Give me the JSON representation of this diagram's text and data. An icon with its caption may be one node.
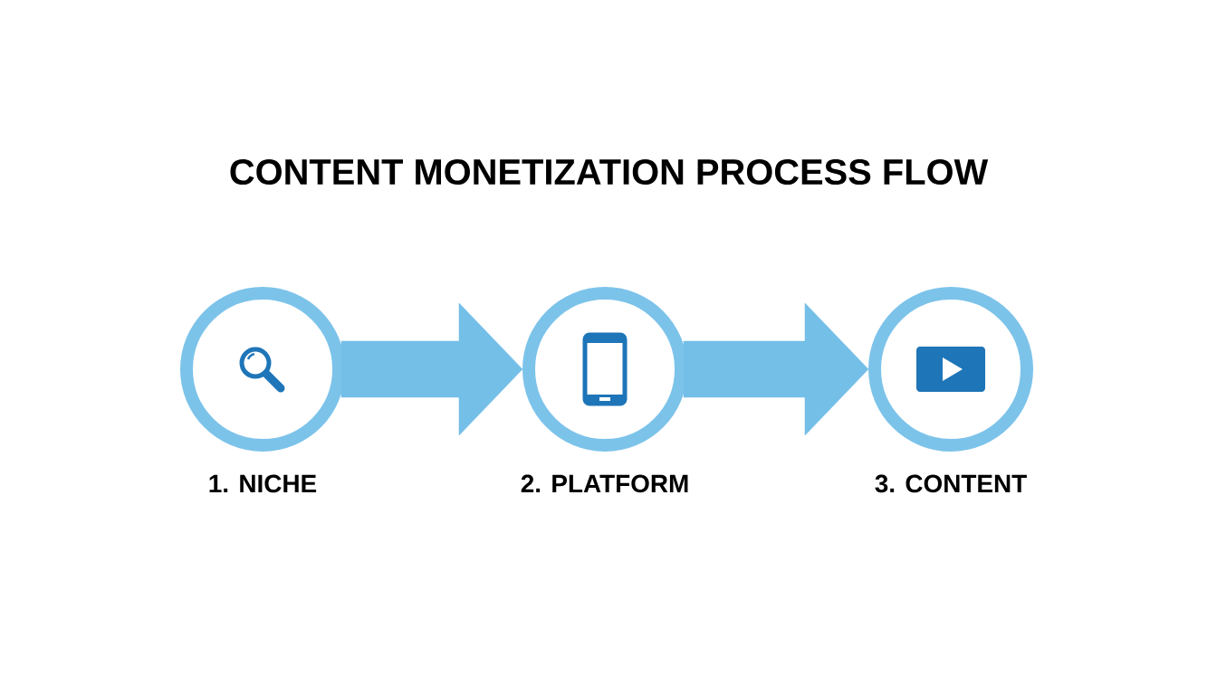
{
  "diagram": {
    "title": "CONTENT MONETIZATION PROCESS FLOW",
    "nodes": [
      {
        "text": [
          "1. NICHE"
        ]
      },
      {
        "text": [
          "2. PLATFORM"
        ]
      },
      {
        "text": [
          "3. CONTENT"
        ]
      }
    ],
    "edges": [
      {
        "from": 0,
        "to": 1,
        "arrow": "to"
      },
      {
        "from": 1,
        "to": 2,
        "arrow": "to"
      }
    ]
  }
}
